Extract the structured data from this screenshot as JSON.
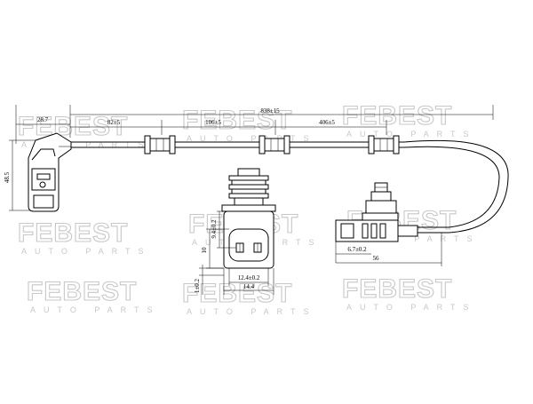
{
  "watermark": {
    "brand": "FEBEST",
    "tagline": "AUTO PARTS"
  },
  "dimensions": {
    "total_length": "838±15",
    "sensor_offset": "28.7",
    "clip_spacing_1": "82±5",
    "clip_spacing_2": "106±5",
    "clip_spacing_3": "406±5",
    "sensor_height": "48.5",
    "pin_spacing": "9.4±0.2",
    "connector_height": "10",
    "connector_inner_width": "12.4±0.2",
    "connector_width": "14.4",
    "connector_base": "1±0.2",
    "plug_offset": "6.7±0.2",
    "plug_length": "56"
  }
}
